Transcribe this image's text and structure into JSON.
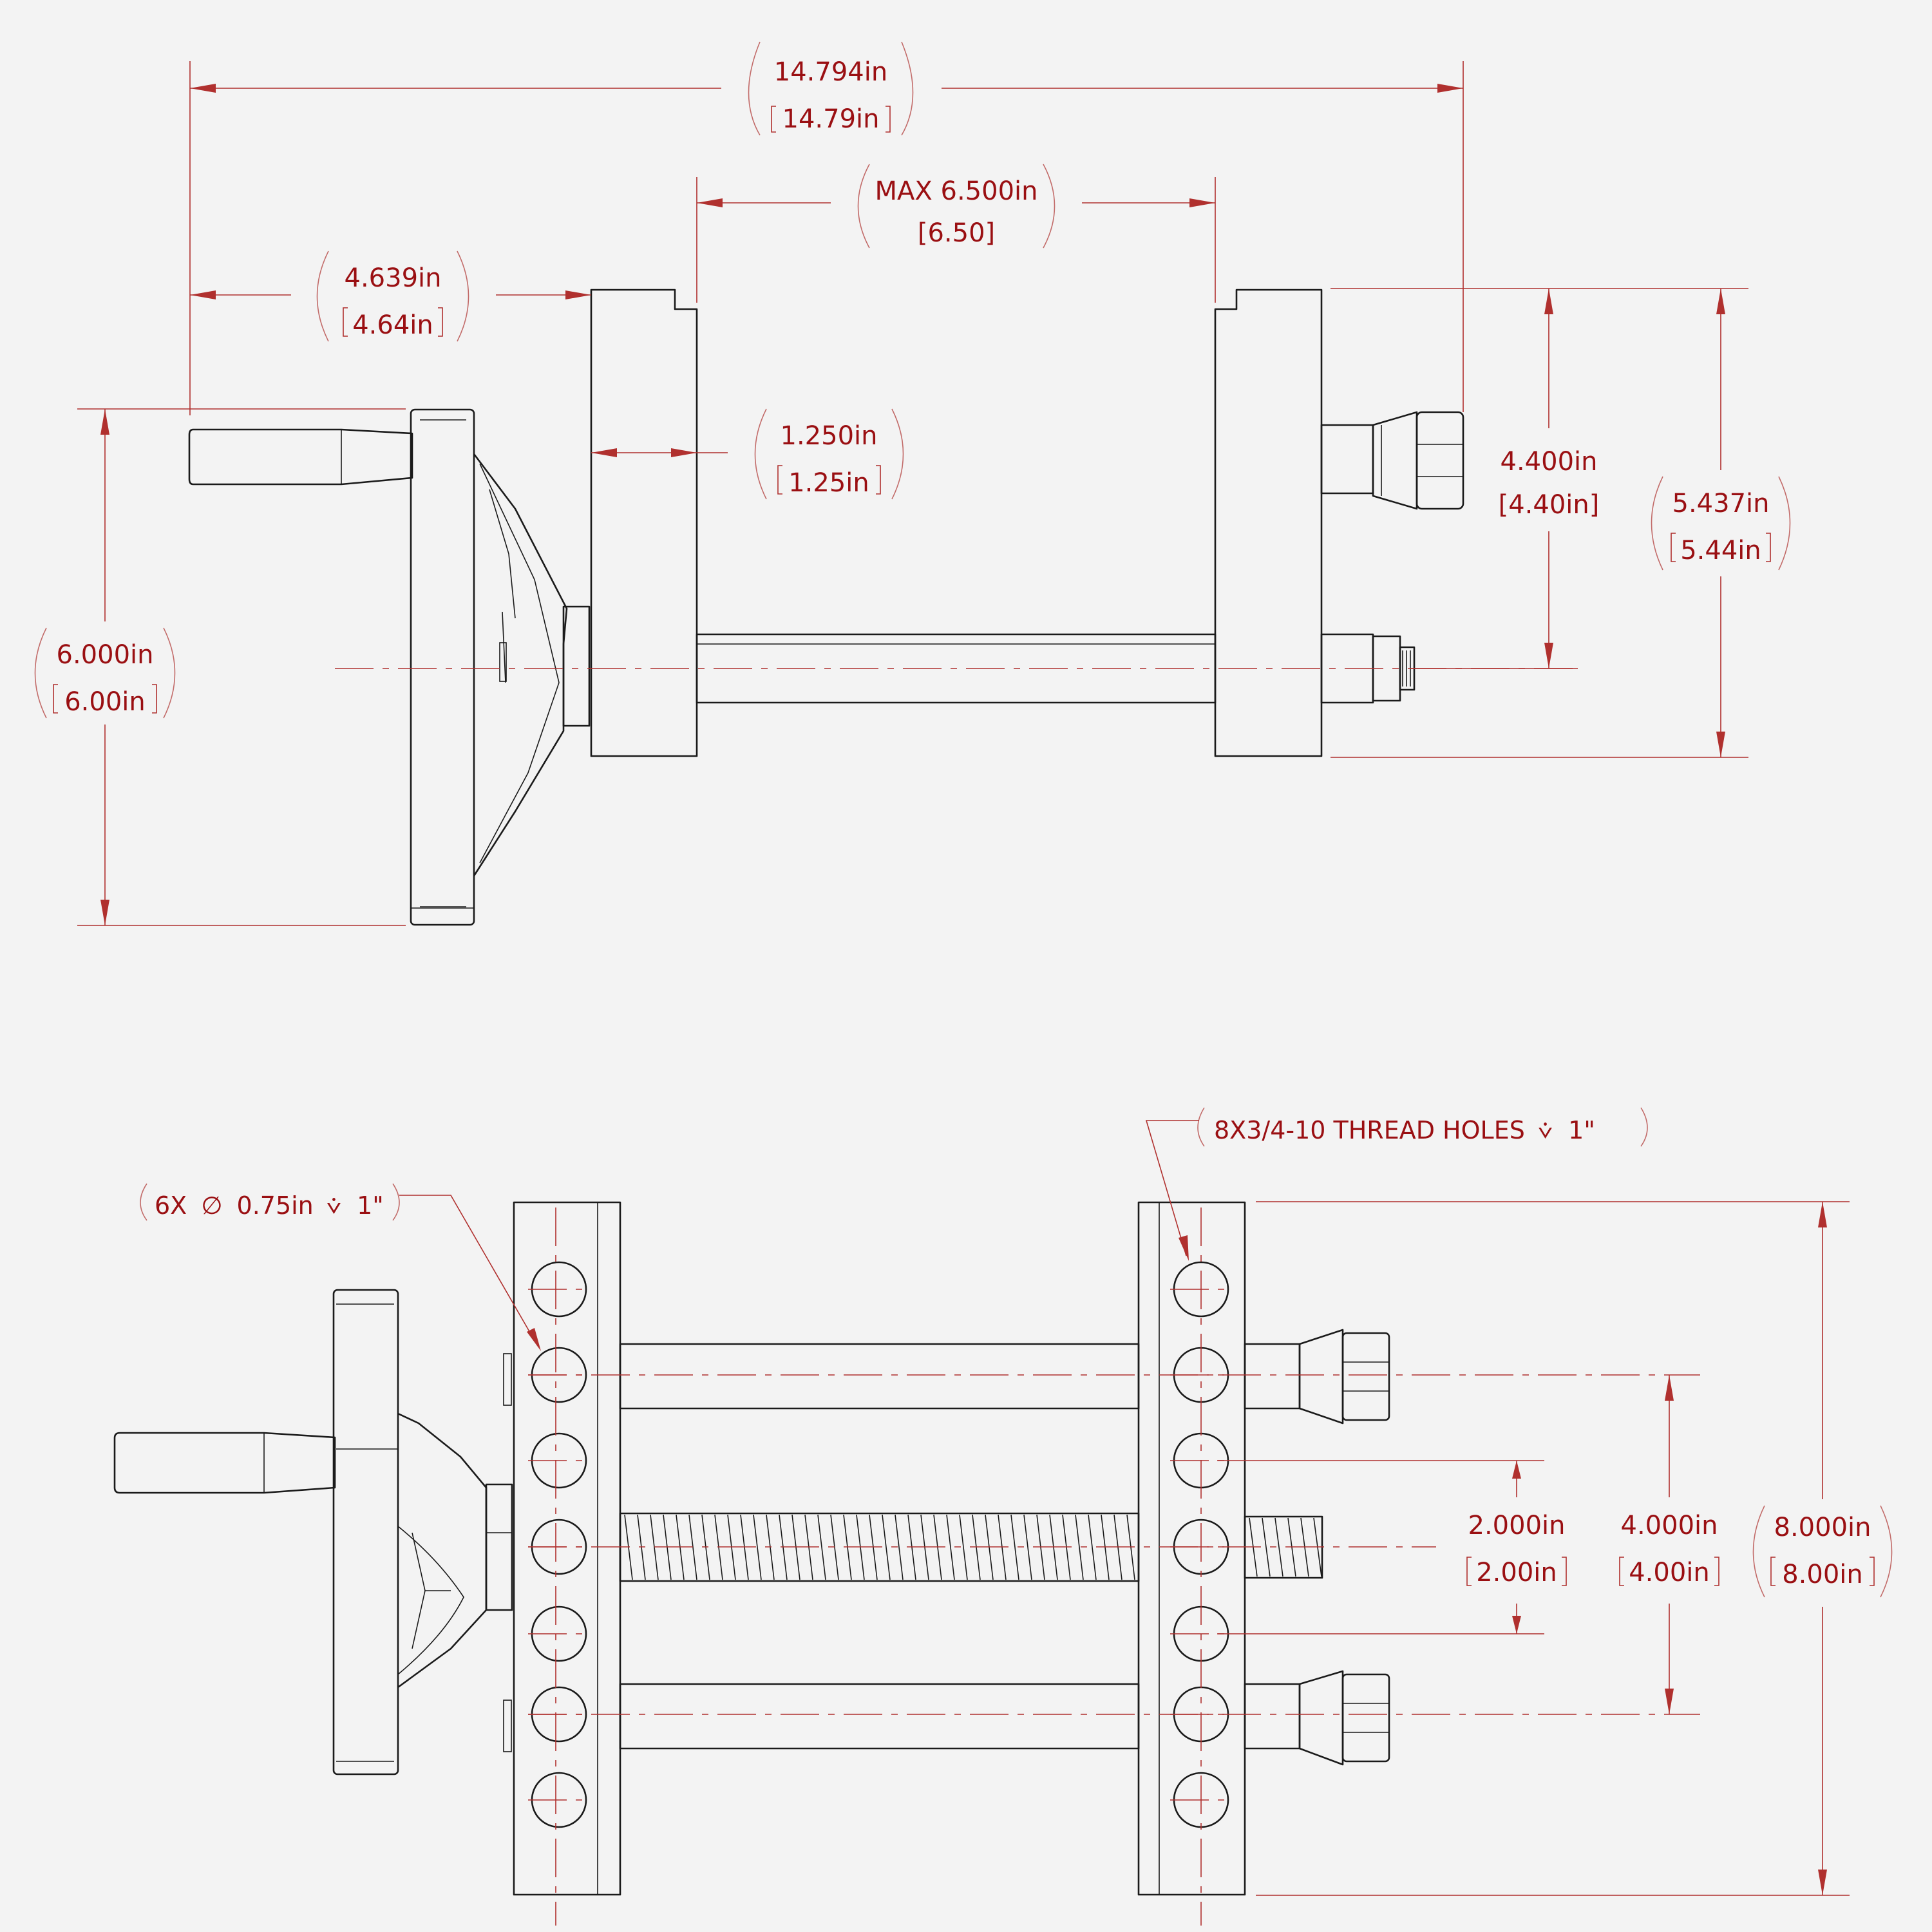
{
  "side_view": {
    "overall_length": {
      "primary": "14.794in",
      "alt": "14.79in"
    },
    "max_opening": {
      "primary": "MAX 6.500in",
      "alt": "[6.50]"
    },
    "handle_offset": {
      "primary": "4.639in",
      "alt": "4.64in"
    },
    "jaw_thickness": {
      "primary": "1.250in",
      "alt": "1.25in"
    },
    "screw_height": {
      "primary": "4.400in",
      "alt": "[4.40in]"
    },
    "jaw_height": {
      "primary": "5.437in",
      "alt": "5.44in"
    },
    "wheel_diameter": {
      "primary": "6.000in",
      "alt": "6.00in"
    }
  },
  "top_view": {
    "callout_holes": {
      "prefix": "6X",
      "diameter_symbol": "∅",
      "size": "0.75in",
      "depth_symbol": "⩒",
      "depth": "1\""
    },
    "callout_threads": {
      "label": "8X3/4-10 THREAD HOLES",
      "depth_symbol": "⩒",
      "depth": "1\""
    },
    "hole_spacing": {
      "primary": "2.000in",
      "alt": "2.00in"
    },
    "rod_spacing": {
      "primary": "4.000in",
      "alt": "4.00in"
    },
    "jaw_width": {
      "primary": "8.000in",
      "alt": "8.00in"
    }
  },
  "colors": {
    "dimension": "#9a0f12",
    "line": "#1a1a1a",
    "background": "#f3f3f3"
  }
}
